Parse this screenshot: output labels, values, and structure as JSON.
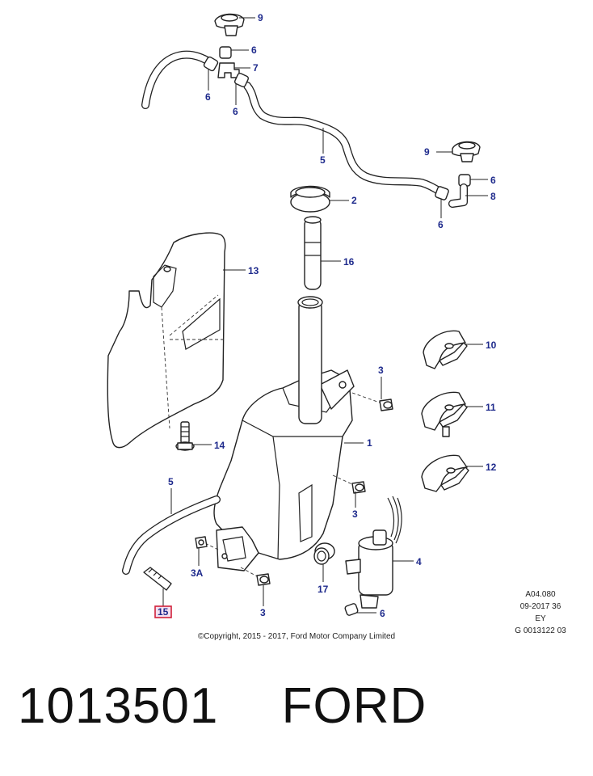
{
  "callouts": [
    {
      "id": "c9a",
      "label": "9"
    },
    {
      "id": "c6a",
      "label": "6"
    },
    {
      "id": "c7",
      "label": "7"
    },
    {
      "id": "c6b",
      "label": "6"
    },
    {
      "id": "c6c",
      "label": "6"
    },
    {
      "id": "c5a",
      "label": "5"
    },
    {
      "id": "c9b",
      "label": "9"
    },
    {
      "id": "c6d",
      "label": "6"
    },
    {
      "id": "c8",
      "label": "8"
    },
    {
      "id": "c6e",
      "label": "6"
    },
    {
      "id": "c2",
      "label": "2"
    },
    {
      "id": "c16",
      "label": "16"
    },
    {
      "id": "c13",
      "label": "13"
    },
    {
      "id": "c10",
      "label": "10"
    },
    {
      "id": "c3a",
      "label": "3"
    },
    {
      "id": "c11",
      "label": "11"
    },
    {
      "id": "c1",
      "label": "1"
    },
    {
      "id": "c14",
      "label": "14"
    },
    {
      "id": "c12",
      "label": "12"
    },
    {
      "id": "c5b",
      "label": "5"
    },
    {
      "id": "c3b",
      "label": "3"
    },
    {
      "id": "c4",
      "label": "4"
    },
    {
      "id": "c3A",
      "label": "3A"
    },
    {
      "id": "c17",
      "label": "17"
    },
    {
      "id": "c3c",
      "label": "3"
    },
    {
      "id": "c15",
      "label": "15"
    },
    {
      "id": "c6f",
      "label": "6"
    }
  ],
  "highlighted_callout": "15",
  "colors": {
    "callout": "#1e2a8c",
    "highlight_box": "#d0213a",
    "highlight_fill": "#f4e0f0"
  },
  "meta_lines": [
    "A04.080",
    "09-2017 36",
    "EY",
    "G 0013122 03"
  ],
  "copyright": "©Copyright, 2015 - 2017, Ford Motor Company Limited",
  "part_number": "1013501",
  "brand": "FORD"
}
